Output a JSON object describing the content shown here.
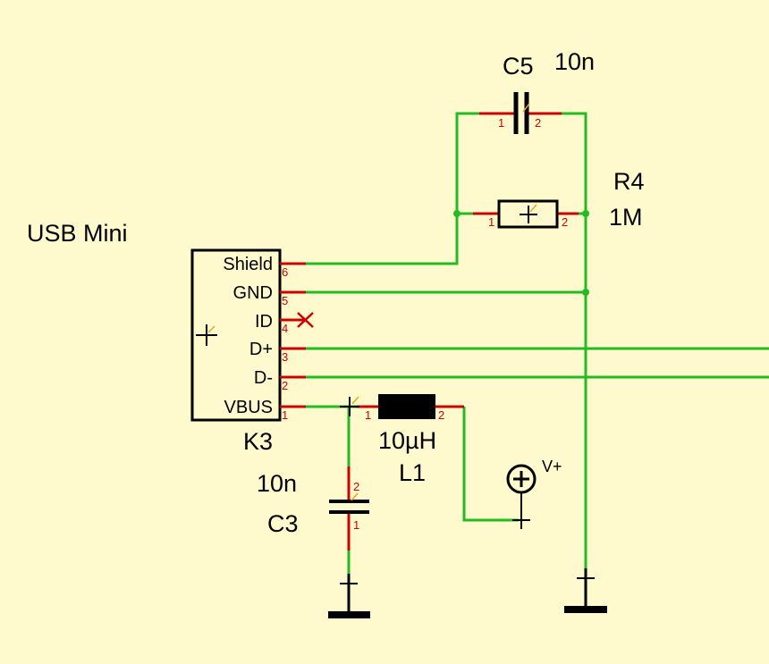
{
  "colors": {
    "background": "#fffacd",
    "wire": "#22bb22",
    "pin": "#cc0000",
    "body": "#000000",
    "marker": "#e6a817"
  },
  "connector": {
    "title": "USB Mini",
    "ref": "K3",
    "pins": [
      {
        "name": "Shield",
        "number": "6"
      },
      {
        "name": "GND",
        "number": "5"
      },
      {
        "name": "ID",
        "number": "4"
      },
      {
        "name": "D+",
        "number": "3"
      },
      {
        "name": "D-",
        "number": "2"
      },
      {
        "name": "VBUS",
        "number": "1"
      }
    ],
    "no_connect_icon": "cross-mark-icon"
  },
  "c5": {
    "ref": "C5",
    "value": "10n",
    "pin1": "1",
    "pin2": "2"
  },
  "r4": {
    "ref": "R4",
    "value": "1M",
    "pin1": "1",
    "pin2": "2"
  },
  "l1": {
    "ref": "L1",
    "value": "10µH",
    "pin1": "1",
    "pin2": "2"
  },
  "c3": {
    "ref": "C3",
    "value": "10n",
    "pin1": "1",
    "pin2": "2"
  },
  "power": {
    "label": "V+",
    "icon": "power-plus-icon"
  },
  "grounds": [
    "ground-icon",
    "ground-icon"
  ]
}
